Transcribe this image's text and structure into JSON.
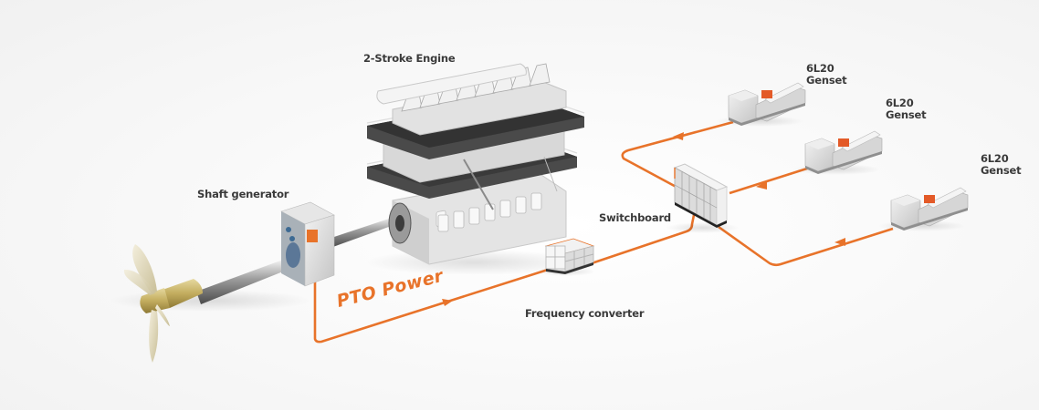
{
  "diagram": {
    "title": "PTO power system diagram",
    "accent_color": "#e8732a",
    "components": {
      "engine": {
        "label": "2-Stroke Engine"
      },
      "shaft_generator": {
        "label": "Shaft generator"
      },
      "switchboard": {
        "label": "Switchboard"
      },
      "frequency_converter": {
        "label": "Frequency converter"
      },
      "gensets": [
        {
          "line1": "6L20",
          "line2": "Genset"
        },
        {
          "line1": "6L20",
          "line2": "Genset"
        },
        {
          "line1": "6L20",
          "line2": "Genset"
        }
      ],
      "propeller": {
        "label": ""
      }
    },
    "flows": {
      "pto_label": "PTO Power",
      "connections": [
        {
          "from": "shaft_generator",
          "to": "frequency_converter"
        },
        {
          "from": "frequency_converter",
          "to": "switchboard"
        },
        {
          "from": "genset_1",
          "to": "switchboard"
        },
        {
          "from": "genset_2",
          "to": "switchboard"
        },
        {
          "from": "genset_3",
          "to": "switchboard"
        }
      ]
    }
  }
}
